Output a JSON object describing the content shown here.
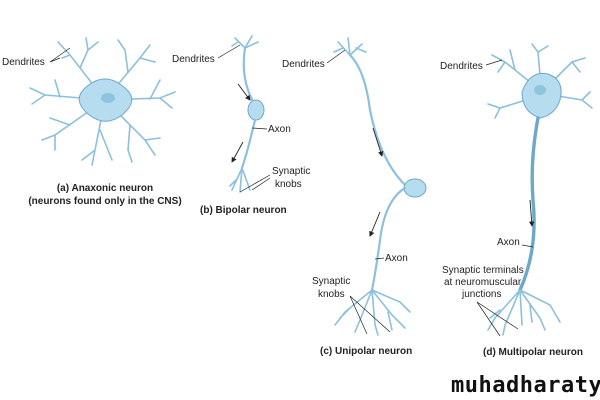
{
  "labels": {
    "dendrites": "Dendrites",
    "axon": "Axon",
    "synaptic": "Synaptic",
    "knobs": "knobs",
    "terminals_1": "Synaptic terminals",
    "terminals_2": "at neuromuscular",
    "terminals_3": "junctions"
  },
  "captions": {
    "a_1": "(a) Anaxonic neuron",
    "a_2": "(neurons found only in the CNS)",
    "b": "(b)  Bipolar neuron",
    "c": "(c)  Unipolar neuron",
    "d": "(d)  Multipolar neuron"
  },
  "watermark": "muhadharaty.com",
  "colors": {
    "neuron_fill": "#b5dcef",
    "neuron_stroke": "#6ea8c8"
  }
}
